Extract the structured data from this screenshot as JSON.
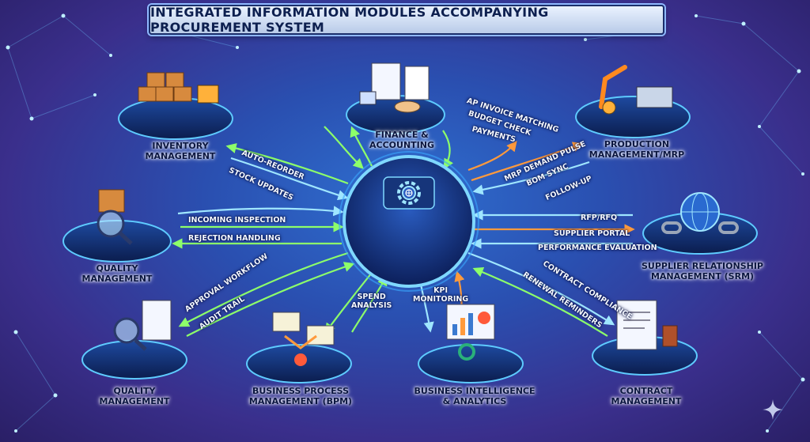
{
  "title": "INTEGRATED INFORMATION MODULES ACCOMPANYING PROCUREMENT SYSTEM",
  "modules": {
    "inventory": "INVENTORY\nMANAGEMENT",
    "finance": "FINANCE &\nACCOUNTING",
    "production": "PRODUCTION\nMANAGEMENT/MRP",
    "quality_top": "QUALITY\nMANAGEMENT",
    "srm": "SUPPLIER RELATIONSHIP\nMANAGEMENT (SRM)",
    "quality_bottom": "QUALITY\nMANAGEMENT",
    "bpm": "BUSINESS PROCESS\nMANAGEMENT (BPM)",
    "bi": "BUSINESS INTELLIGENCE\n& ANALYTICS",
    "contract": "CONTRACT\nMANAGEMENT"
  },
  "flows": {
    "auto_reorder": "AUTO-REORDER",
    "stock_updates": "STOCK UPDATES",
    "ap_invoice": "AP INVOICE MATCHING",
    "budget_check": "BUDGET CHECK",
    "payments": "PAYMENTS",
    "mrp_demand": "MRP DEMAND PULSE",
    "bom_sync": "BOM SYNC",
    "follow_up": "FOLLOW-UP",
    "incoming_inspection": "INCOMING INSPECTION",
    "rejection_handling": "REJECTION HANDLING",
    "rfp_rfq": "RFP/RFQ",
    "supplier_portal": "SUPPLIER PORTAL",
    "performance_evaluation": "PERFORMANCE EVALUATION",
    "contract_compliance": "CONTRACT COMPLIANCE",
    "renewal_reminders": "RENEWAL REMINDERS",
    "approval_workflow": "APPROVAL WORKFLOW",
    "audit_trail": "AUDIT TRAIL",
    "spend_analysis": "SPEND\nANALYSIS",
    "kpi_monitoring": "KPI\nMONITORING"
  },
  "colors": {
    "hub": "#1a3d8f",
    "hub_ring": "#7fd8ff",
    "arrow_green": "#8dff6a",
    "arrow_orange": "#ff9a3c",
    "arrow_cyan": "#9fe6ff",
    "platform": "#12306e",
    "platform_edge": "#5ecbff"
  },
  "icons": [
    "gear-icon",
    "globe-icon",
    "boxes-icon",
    "handshake-icon",
    "robot-arm-icon",
    "magnifier-icon",
    "chain-link-icon",
    "flowchart-icon",
    "dashboard-icon",
    "contract-document-icon",
    "sparkle-icon"
  ]
}
